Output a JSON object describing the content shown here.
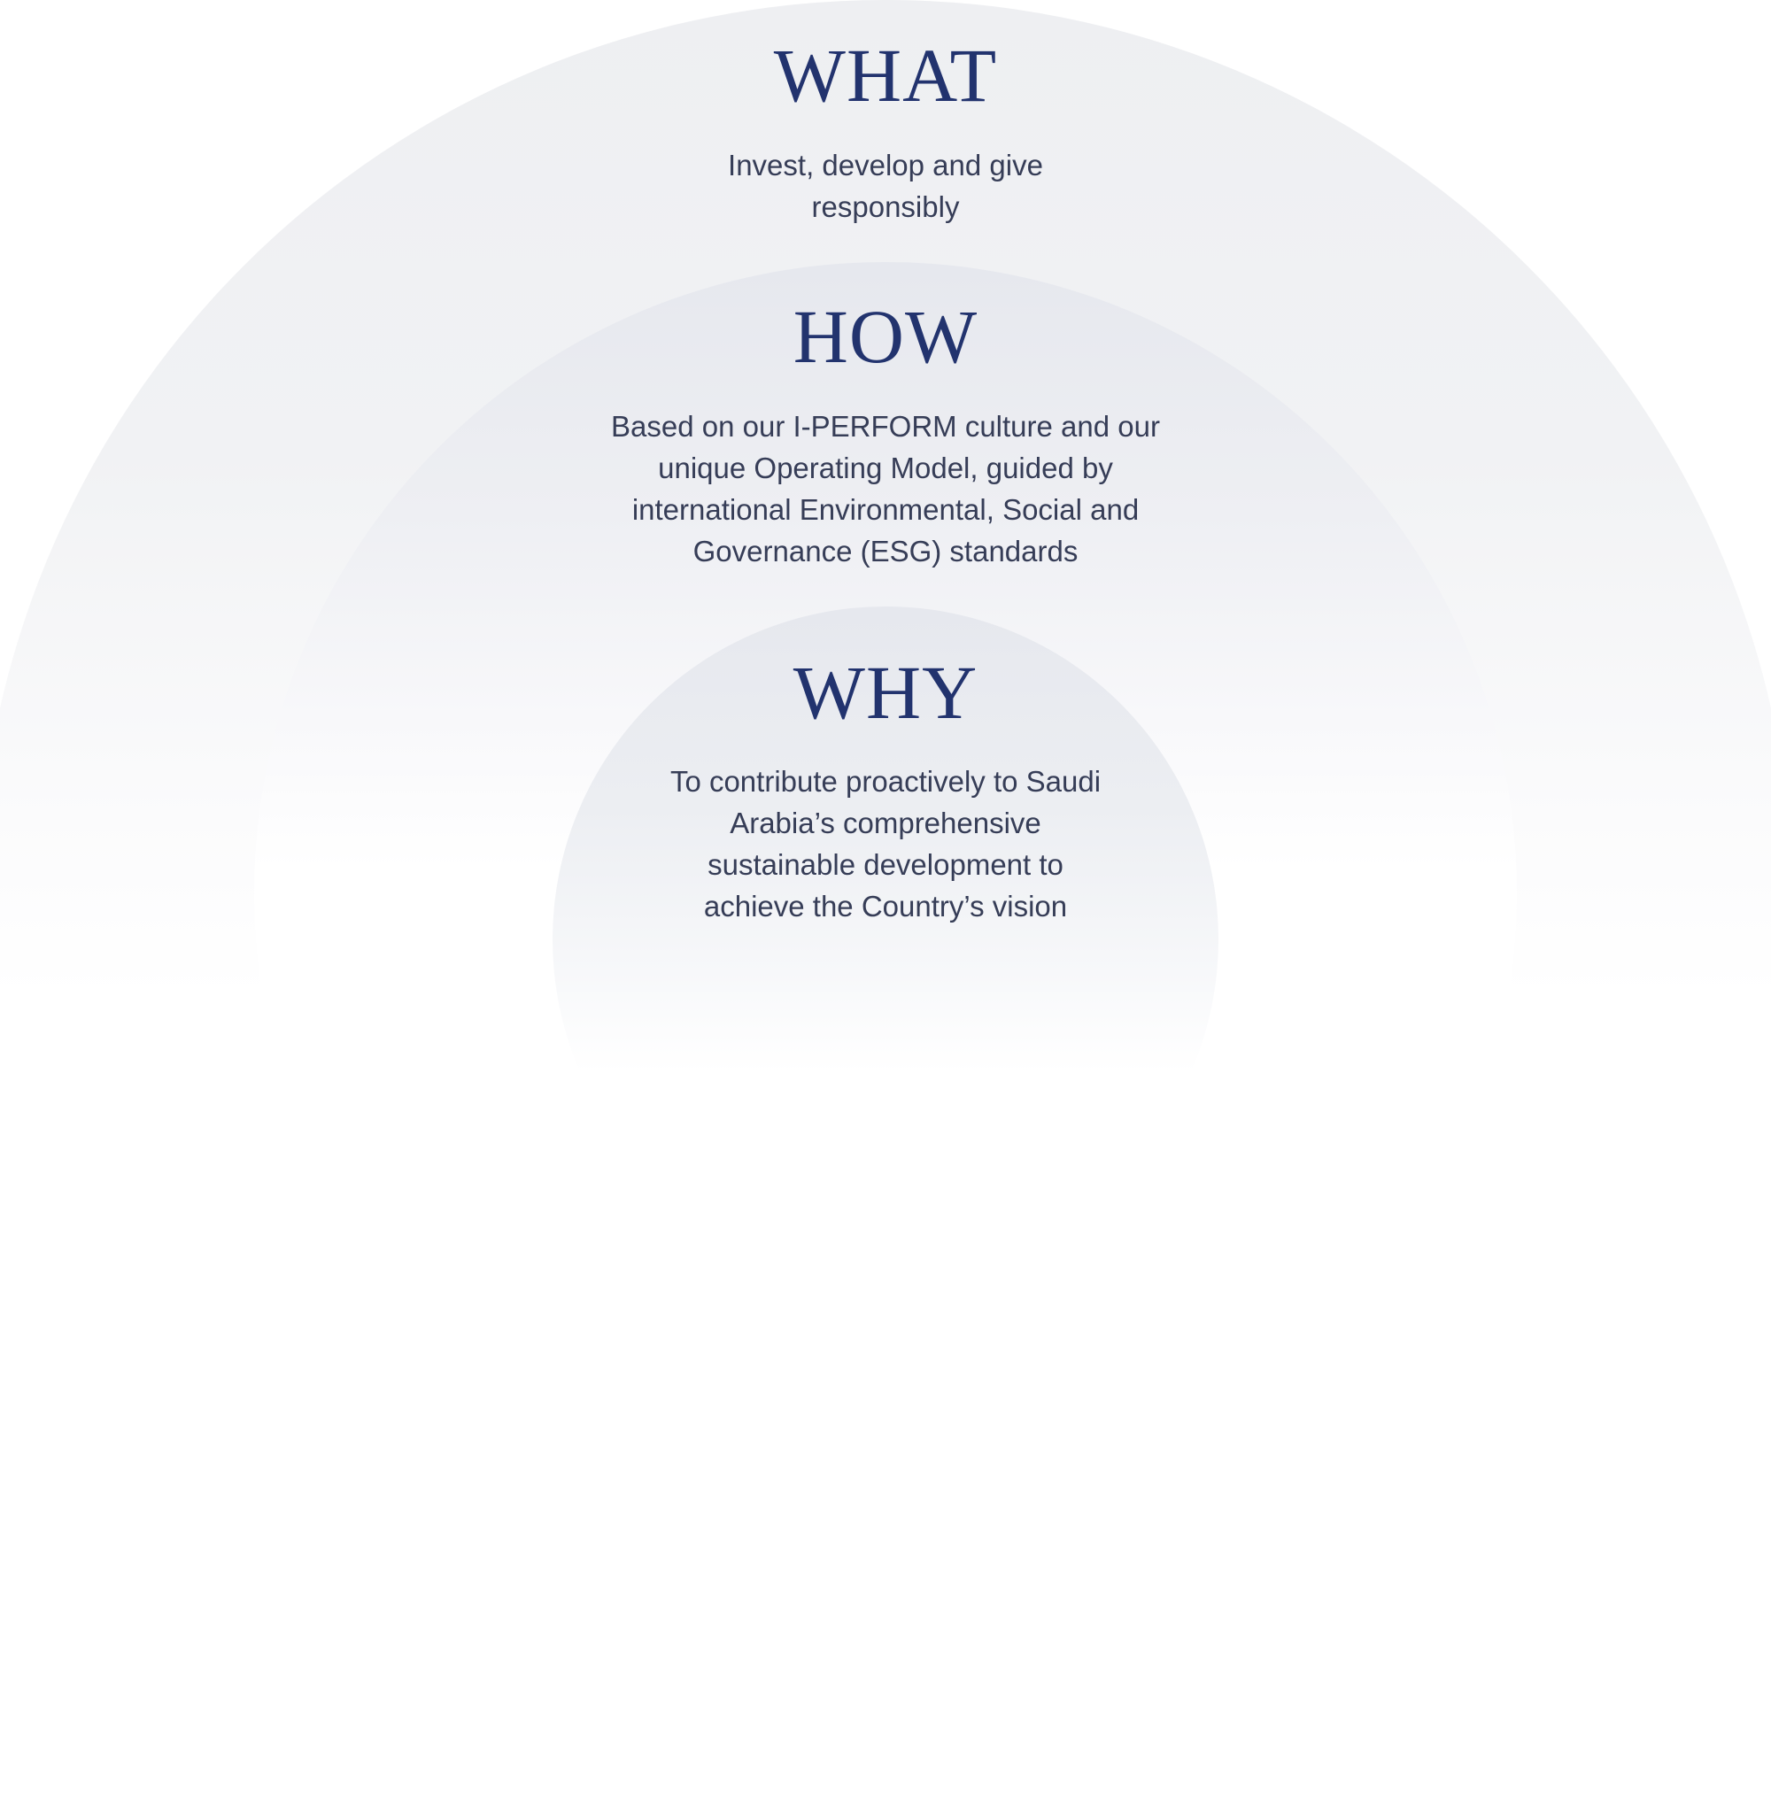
{
  "colors": {
    "title": "#22336e",
    "body": "#363d57",
    "circle": "#eeeff2"
  },
  "sections": [
    {
      "title": "WHAT",
      "lines": [
        "Invest, develop and give",
        "responsibly"
      ]
    },
    {
      "title": "HOW",
      "lines": [
        "Based on our I-PERFORM culture and our",
        "unique Operating Model, guided by",
        "international Environmental, Social and",
        "Governance (ESG) standards"
      ]
    },
    {
      "title": "WHY",
      "lines": [
        "To contribute proactively to Saudi",
        "Arabia’s comprehensive",
        "sustainable development to",
        "achieve the Country’s vision"
      ]
    }
  ]
}
